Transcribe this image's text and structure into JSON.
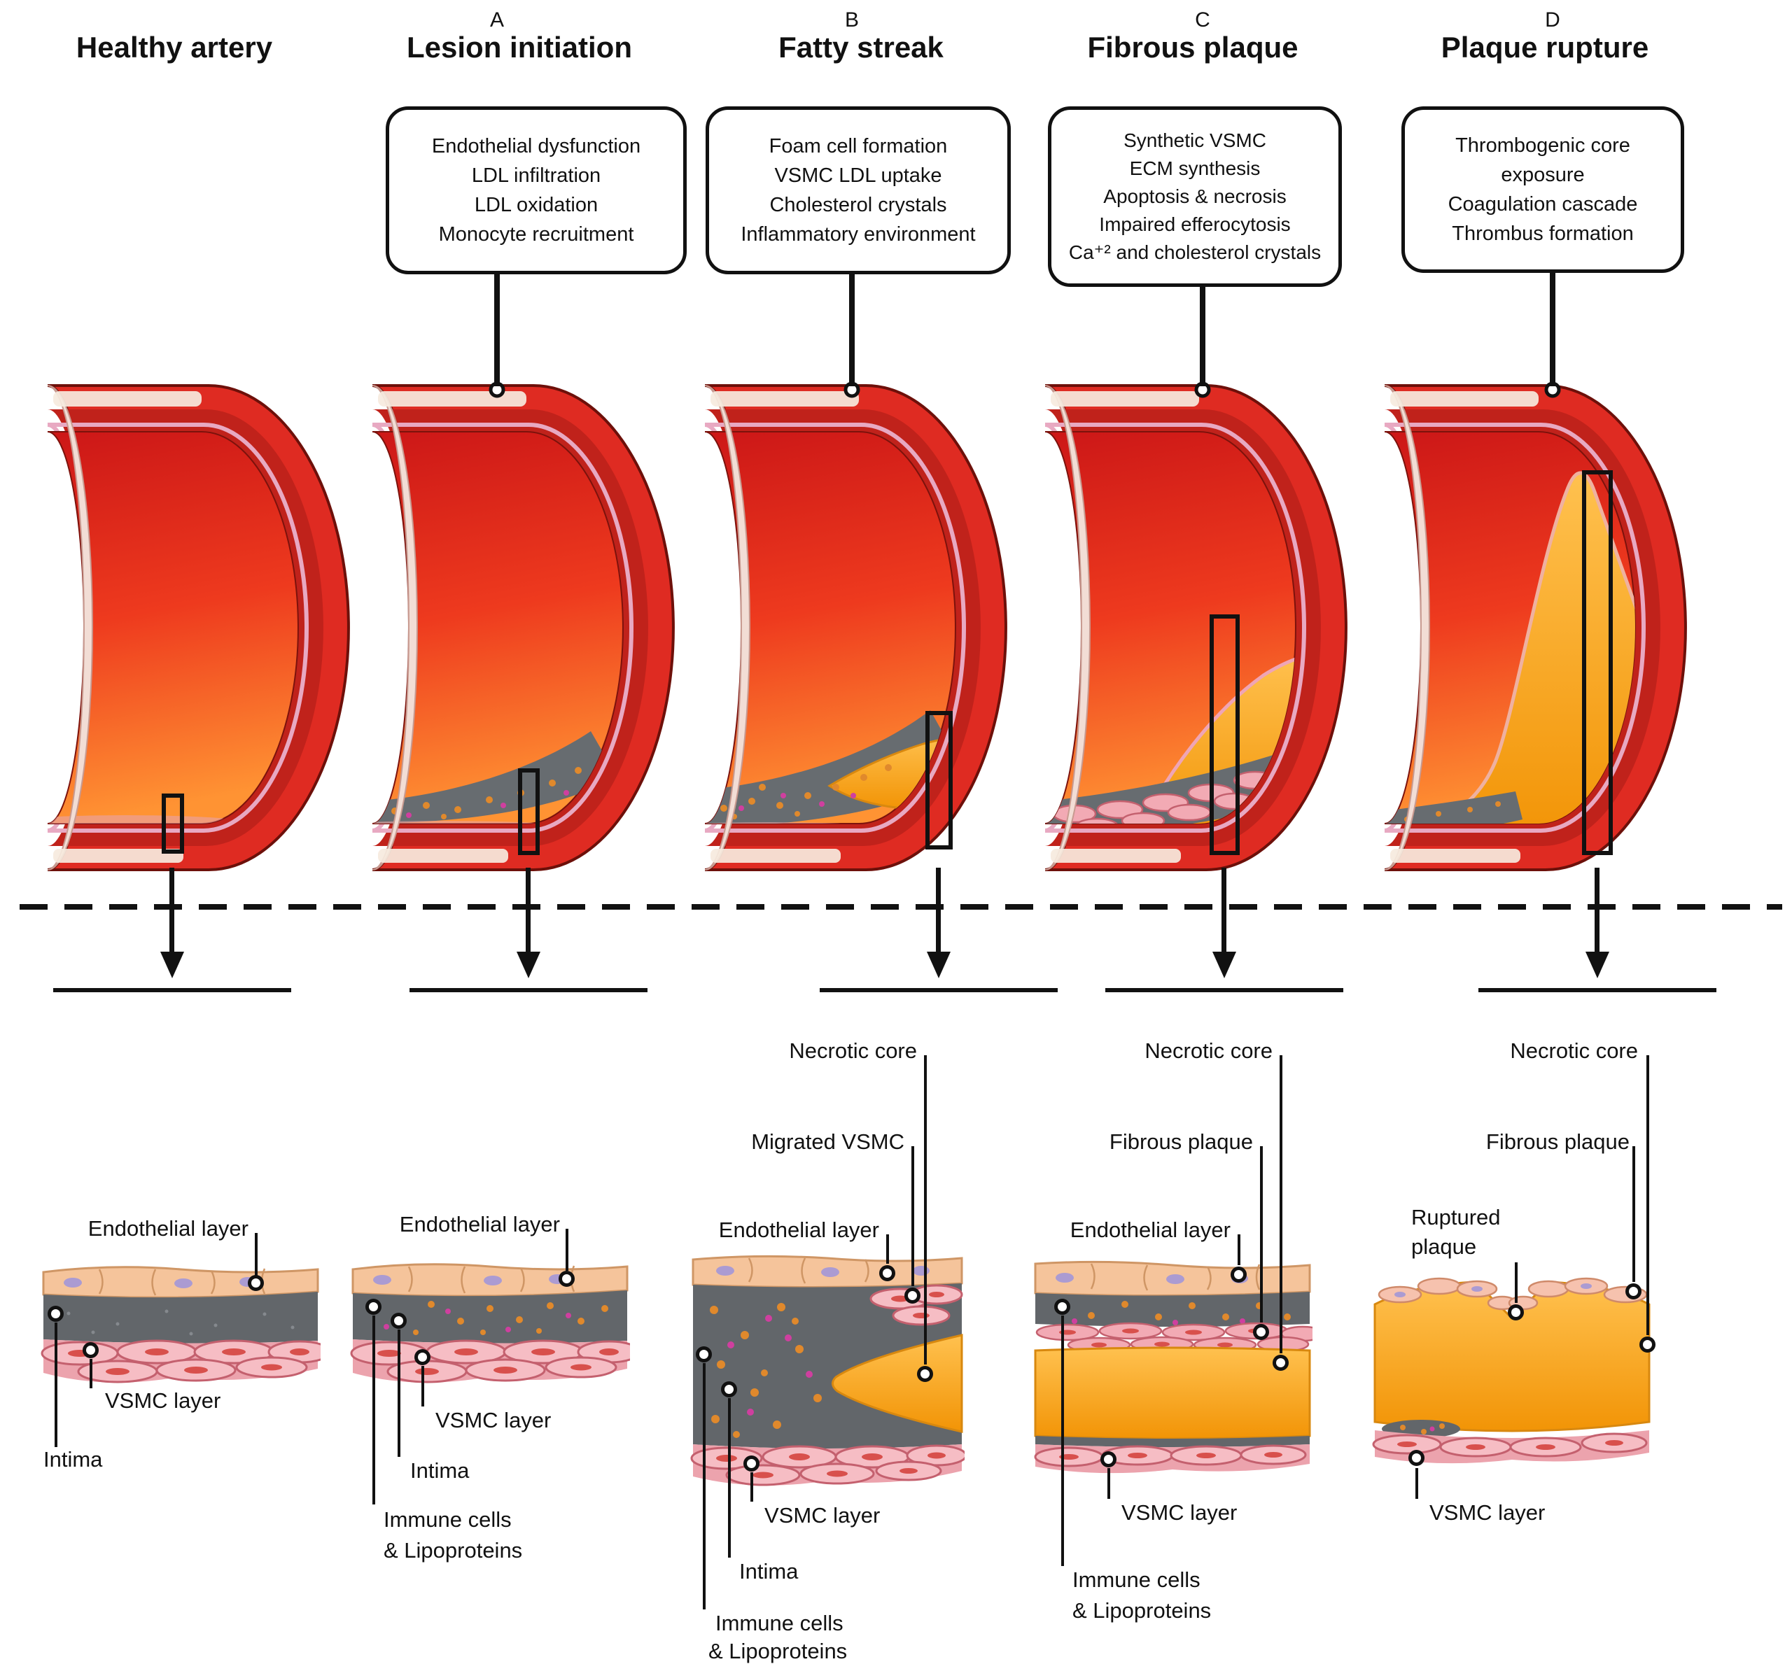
{
  "figure": {
    "stages": [
      {
        "key": "healthy-artery",
        "letter": "",
        "title": "Healthy  artery",
        "callout_lines": [],
        "labels": {
          "endothelial": "Endothelial layer",
          "vsmc": "VSMC layer",
          "intima": "Intima"
        }
      },
      {
        "key": "lesion-initiation",
        "letter": "A",
        "title": "Lesion initiation",
        "callout_lines": [
          "Endothelial dysfunction",
          "LDL infiltration",
          "LDL oxidation",
          "Monocyte recruitment"
        ],
        "labels": {
          "endothelial": "Endothelial layer",
          "vsmc": "VSMC layer",
          "intima": "Intima",
          "immune_line1": "Immune cells",
          "immune_line2": "& Lipoproteins"
        }
      },
      {
        "key": "fatty-streak",
        "letter": "B",
        "title": "Fatty streak",
        "callout_lines": [
          "Foam cell formation",
          "VSMC LDL uptake",
          "Cholesterol crystals",
          "Inflammatory environment"
        ],
        "labels": {
          "necrotic": "Necrotic core",
          "migrated": "Migrated VSMC",
          "endothelial": "Endothelial layer",
          "vsmc": "VSMC layer",
          "intima": "Intima",
          "immune_line1": "Immune cells",
          "immune_line2": "& Lipoproteins"
        }
      },
      {
        "key": "fibrous-plaque",
        "letter": "C",
        "title": "Fibrous plaque",
        "callout_lines": [
          "Synthetic  VSMC",
          "ECM synthesis",
          "Apoptosis & necrosis",
          "Impaired efferocytosis",
          "Ca⁺² and cholesterol crystals"
        ],
        "labels": {
          "necrotic": "Necrotic core",
          "fibrous": "Fibrous plaque",
          "endothelial": "Endothelial layer",
          "vsmc": "VSMC layer",
          "immune_line1": "Immune cells",
          "immune_line2": "& Lipoproteins"
        }
      },
      {
        "key": "plaque-rupture",
        "letter": "D",
        "title": "Plaque rupture",
        "callout_lines": [
          "Thrombogenic core",
          "exposure",
          "Coagulation cascade",
          "Thrombus formation"
        ],
        "labels": {
          "necrotic": "Necrotic core",
          "fibrous": "Fibrous plaque",
          "ruptured_line1": "Ruptured",
          "ruptured_line2": "plaque",
          "vsmc": "VSMC layer"
        }
      }
    ],
    "colors": {
      "artery_red": "#df2b22",
      "artery_outline": "#6d100a",
      "lumen_gradient_top": "#cc1717",
      "lumen_gradient_bottom": "#ff9333",
      "plaque_yellow": "#f29406",
      "plaque_yellow_light": "#ffc14f",
      "intima_gray": "#62666a",
      "vsmc_pink": "#f0a9b2",
      "endothelial_tan": "#f5c49b",
      "label_ink": "#111111"
    }
  }
}
